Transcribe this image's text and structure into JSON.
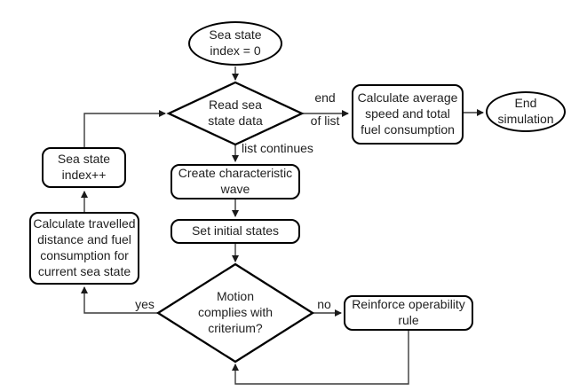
{
  "colors": {
    "background": "#ffffff",
    "shape_stroke": "#000000",
    "edge_stroke": "#3a3a3a",
    "text": "#1f1f1f"
  },
  "nodes": {
    "start": {
      "lines": [
        "Sea state",
        "index = 0"
      ]
    },
    "read_sea_state": {
      "lines": [
        "Read sea",
        "state data"
      ]
    },
    "calc_average": {
      "lines": [
        "Calculate average",
        "speed and total",
        "fuel consumption"
      ]
    },
    "end_simulation": {
      "lines": [
        "End",
        "simulation"
      ]
    },
    "create_wave": {
      "lines": [
        "Create characteristic",
        "wave"
      ]
    },
    "set_initial": {
      "lines": [
        "Set initial states"
      ]
    },
    "motion_complies": {
      "lines": [
        "Motion",
        "complies with",
        "criterium?"
      ]
    },
    "reinforce_rule": {
      "lines": [
        "Reinforce operability",
        "rule"
      ]
    },
    "index_increment": {
      "lines": [
        "Sea state",
        "index++"
      ]
    },
    "calc_travelled": {
      "lines": [
        "Calculate travelled",
        "distance and fuel",
        "consumption for",
        "current sea state"
      ]
    }
  },
  "edge_labels": {
    "end_of_list_line1": "end",
    "end_of_list_line2": "of list",
    "list_continues": "list continues",
    "yes": "yes",
    "no": "no"
  }
}
